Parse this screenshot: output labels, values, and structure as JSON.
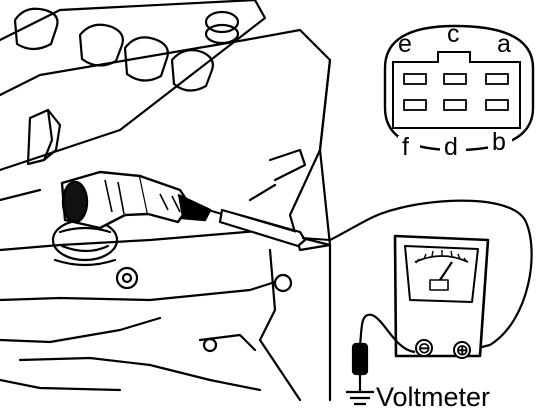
{
  "connector_pins": {
    "top": [
      "e",
      "c",
      "a"
    ],
    "bottom": [
      "f",
      "d",
      "b"
    ]
  },
  "meter": {
    "label": "Voltmeter",
    "negative_symbol": "⊖",
    "positive_symbol": "⊕"
  },
  "colors": {
    "ink": "#000000",
    "paper": "#ffffff"
  },
  "icons": [
    "ground-icon",
    "test-probe-icon",
    "voltmeter-icon",
    "connector-face-icon"
  ]
}
